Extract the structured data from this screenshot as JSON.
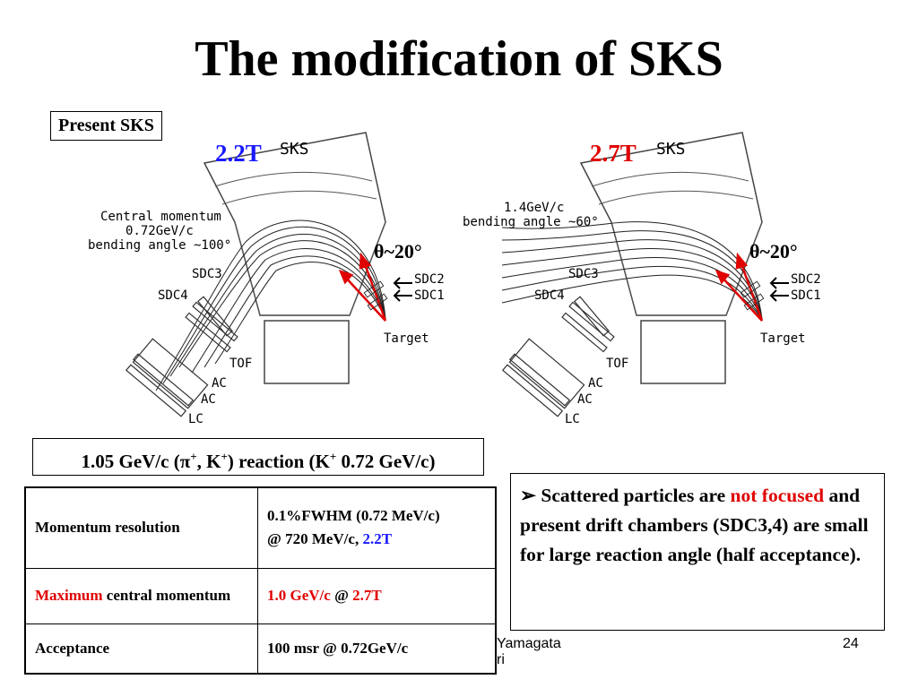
{
  "slide": {
    "title": "The modification of SKS",
    "present_label": "Present SKS",
    "left_diagram": {
      "field": "2.2T",
      "magnet": "SKS",
      "angle": "θ~20°",
      "annotation": [
        "Central momentum",
        "0.72GeV/c",
        "bending angle ~100°"
      ],
      "labels": {
        "sdc3": "SDC3",
        "sdc4": "SDC4",
        "sdc2": "SDC2",
        "sdc1": "SDC1",
        "target": "Target",
        "tof": "TOF",
        "ac1": "AC",
        "ac2": "AC",
        "lc": "LC"
      }
    },
    "right_diagram": {
      "field": "2.7T",
      "magnet": "SKS",
      "angle": "θ~20°",
      "annotation": [
        "1.4GeV/c",
        "bending angle ~60°"
      ],
      "labels": {
        "sdc3": "SDC3",
        "sdc4": "SDC4",
        "sdc2": "SDC2",
        "sdc1": "SDC1",
        "target": "Target",
        "tof": "TOF",
        "ac1": "AC",
        "ac2": "AC",
        "lc": "LC"
      }
    },
    "reaction": {
      "prefix": "1.05 GeV/c (",
      "pi": "π",
      "pi_sup": "+",
      "mid": ", K",
      "k_sup": "+",
      "suffix": ") reaction (K",
      "k2_sup": "+",
      "end": " 0.72 GeV/c)"
    },
    "table": {
      "row1": {
        "label": "Momentum resolution",
        "value_line1": "0.1%FWHM (0.72 MeV/c)",
        "value_line2": "@ 720 MeV/c, ",
        "value_field": "2.2T"
      },
      "row2": {
        "label_red": "Maximum",
        "label_rest": " central momentum",
        "value_red": "1.0 GeV/c",
        "value_at": " @ ",
        "value_field": "2.7T"
      },
      "row3": {
        "label": "Acceptance",
        "value": "100 msr @ 0.72GeV/c"
      }
    },
    "bullet": {
      "marker": "➢",
      "part1": " Scattered particles are ",
      "red1": "not focused",
      "part2": " and present drift chambers (SDC3,4) are small for large reaction angle (half acceptance)."
    },
    "footer": {
      "author_line1": "Yamagata",
      "author_line2": "ri",
      "page": "24"
    },
    "colors": {
      "red": "#e00000",
      "blue": "#1a1aff"
    }
  }
}
